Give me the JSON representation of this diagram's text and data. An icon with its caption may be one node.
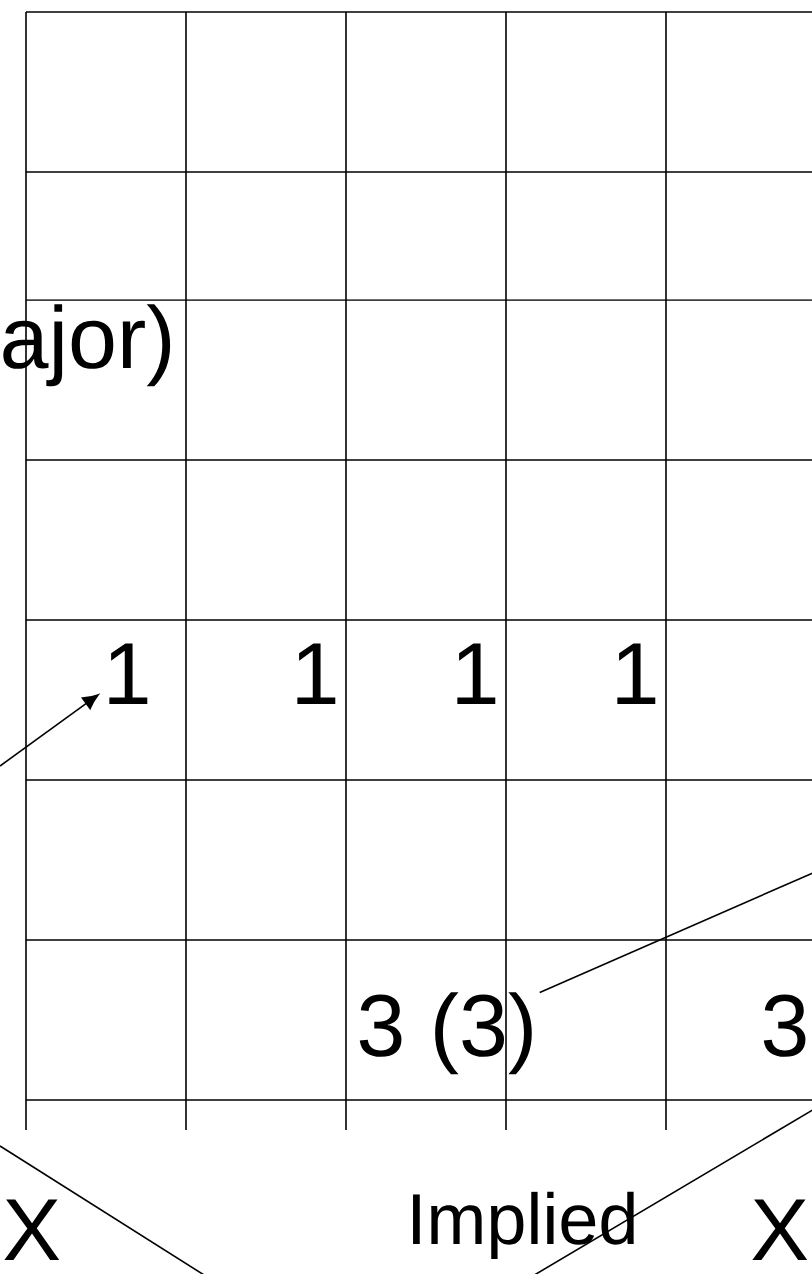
{
  "diagram": {
    "nodes": [
      {
        "text": [
          "1"
        ]
      },
      {
        "text": [
          "3 (3)"
        ]
      }
    ],
    "edges": [
      {
        "from": null,
        "to": 0,
        "arrow": "to"
      },
      {
        "from": 1,
        "to": null,
        "arrow": "none"
      }
    ],
    "labels": [
      "ajor)",
      "1",
      "1",
      "1",
      "3",
      "X",
      "Implied",
      "X"
    ]
  }
}
